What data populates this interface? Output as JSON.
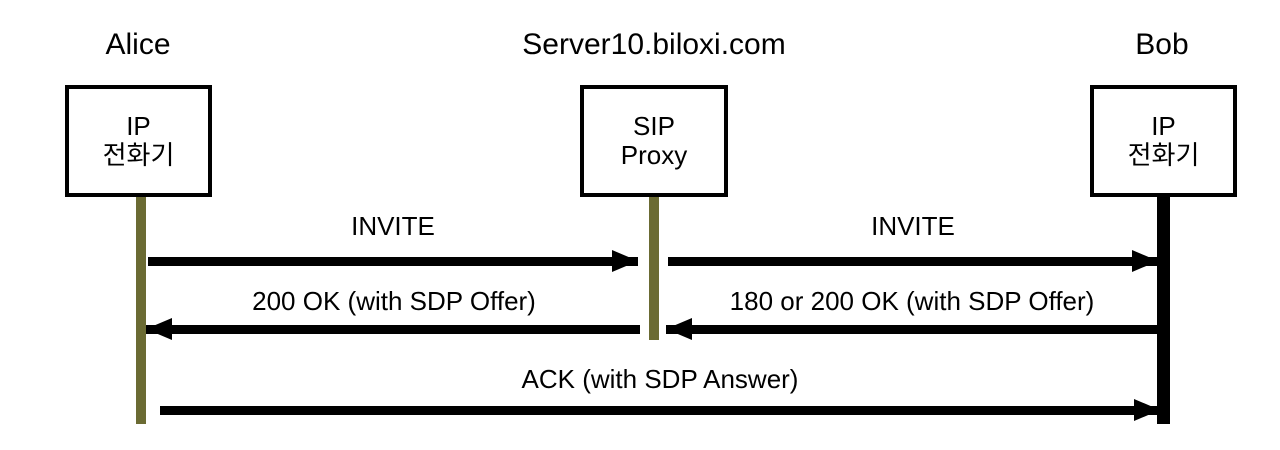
{
  "diagram": {
    "type": "sip-call-flow-sequence-diagram",
    "participants": [
      {
        "id": "alice",
        "heading": "Alice",
        "box_lines": [
          "IP",
          "전화기"
        ],
        "lifeline_color": "#6b6b33",
        "lifeline_style": "thin-olive"
      },
      {
        "id": "proxy",
        "heading": "Server10.biloxi.com",
        "box_lines": [
          "SIP",
          "Proxy"
        ],
        "lifeline_color": "#6b6b33",
        "lifeline_style": "thin-olive"
      },
      {
        "id": "bob",
        "heading": "Bob",
        "box_lines": [
          "IP",
          "전화기"
        ],
        "lifeline_color": "#000000",
        "lifeline_style": "thick-black"
      }
    ],
    "messages": [
      {
        "id": "invite-alice-proxy",
        "label": "INVITE",
        "from": "alice",
        "to": "proxy",
        "direction": "right"
      },
      {
        "id": "invite-proxy-bob",
        "label": "INVITE",
        "from": "proxy",
        "to": "bob",
        "direction": "right"
      },
      {
        "id": "ok-proxy-alice",
        "label": "200 OK (with SDP Offer)",
        "from": "proxy",
        "to": "alice",
        "direction": "left"
      },
      {
        "id": "ok-bob-proxy",
        "label": "180 or 200 OK (with SDP Offer)",
        "from": "bob",
        "to": "proxy",
        "direction": "left"
      },
      {
        "id": "ack-alice-bob",
        "label": "ACK (with SDP Answer)",
        "from": "alice",
        "to": "bob",
        "direction": "right"
      }
    ],
    "colors": {
      "background": "#ffffff",
      "stroke": "#000000",
      "lifeline_olive": "#6b6b33"
    }
  }
}
